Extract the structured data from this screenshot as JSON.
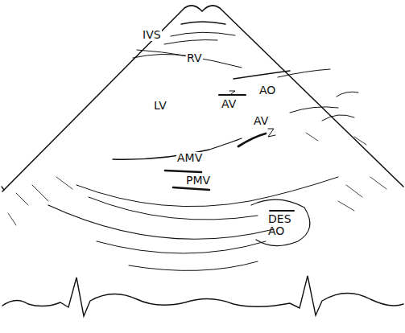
{
  "diagram": {
    "labels": [
      "RV",
      "IVS",
      "LV",
      "AV",
      "AO",
      "AV",
      "AMV",
      "PMV",
      "DES AO"
    ]
  }
}
